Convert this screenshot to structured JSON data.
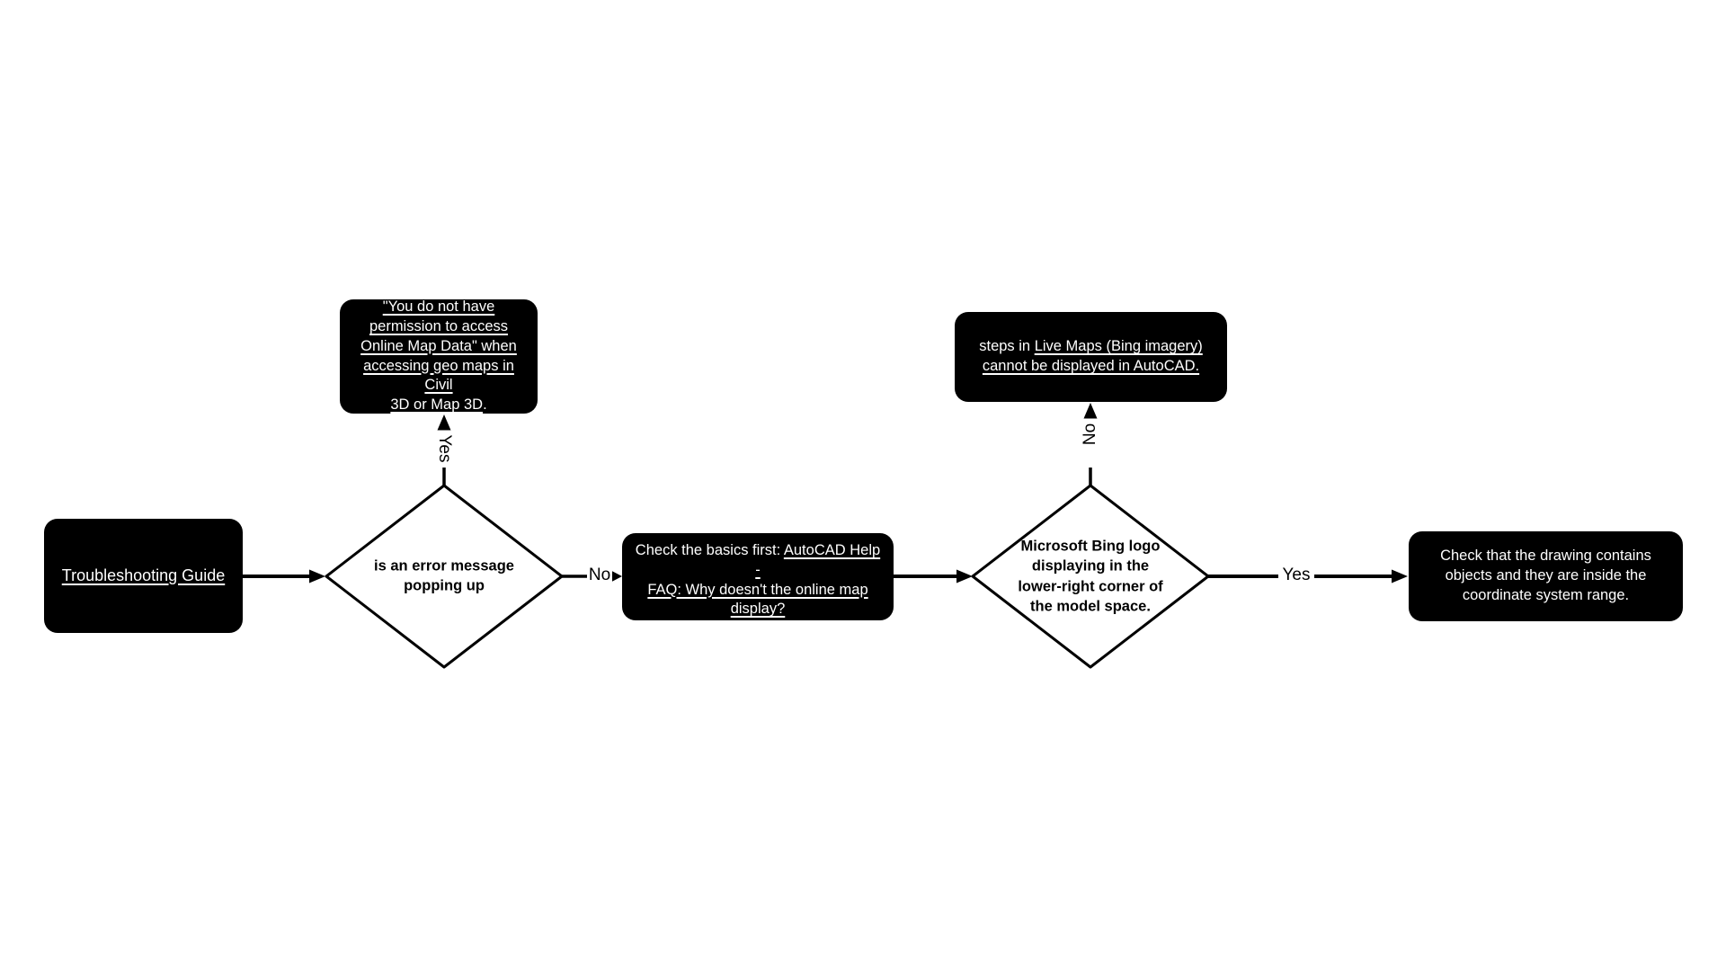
{
  "colors": {
    "background": "#ffffff",
    "node_fill": "#000000",
    "node_text": "#ffffff",
    "stroke": "#000000"
  },
  "nodes": {
    "start": {
      "label": "Troubleshooting Guide"
    },
    "permission": {
      "link": "\"You do not have\npermission to access\nOnline Map Data\" when\naccessing geo maps in Civil\n3D or Map 3D",
      "suffix": "."
    },
    "decision1": {
      "label": "is an error message\npopping up"
    },
    "basics": {
      "prefix": "Check the basics first: ",
      "link": "AutoCAD Help -\nFAQ: Why doesn't the online map\ndisplay?"
    },
    "decision2": {
      "label": "Microsoft Bing logo\ndisplaying in the\nlower-right corner of\nthe model space."
    },
    "livemaps": {
      "prefix": "steps in ",
      "link": "Live Maps (Bing imagery)\ncannot be displayed in AutoCAD."
    },
    "final": {
      "label": "Check that the drawing contains\nobjects and they are inside the\ncoordinate system range."
    }
  },
  "edge_labels": {
    "d1_yes": "Yes",
    "d1_no": "No",
    "d2_no": "No",
    "d2_yes": "Yes"
  }
}
